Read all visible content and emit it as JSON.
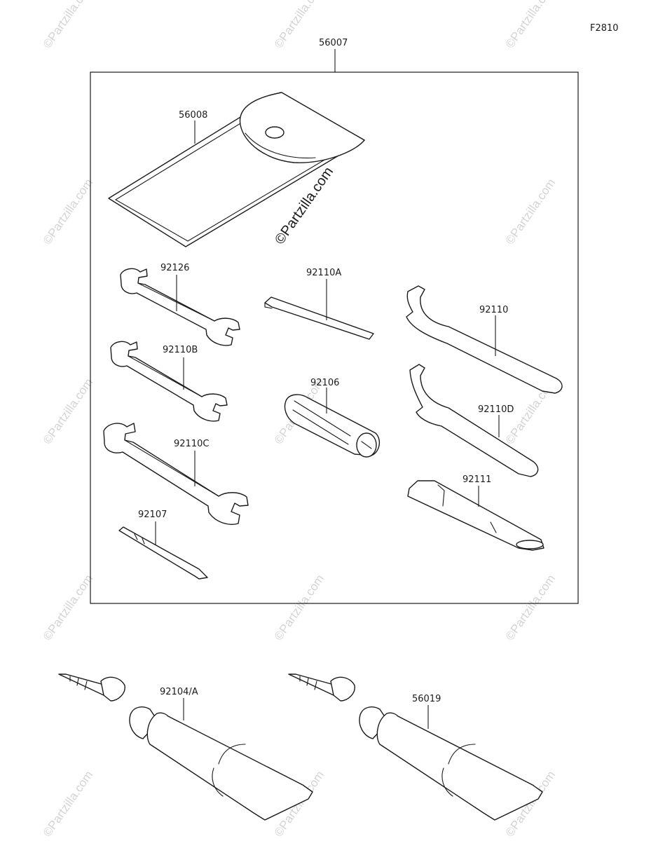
{
  "figure_code": "F2810",
  "watermark": "©Partzilla.com",
  "center_watermark": "©Partzilla.com",
  "kit_label": "56007",
  "parts": {
    "bag": "56008",
    "wrench_small": "92126",
    "wrench_b": "92110B",
    "wrench_c": "92110C",
    "driver": "92107",
    "hex_key": "92110A",
    "handle": "92106",
    "spanner_top": "92110",
    "spanner_bottom": "92110D",
    "extension": "92111",
    "tube_left": "92104/A",
    "tube_right": "56019"
  }
}
